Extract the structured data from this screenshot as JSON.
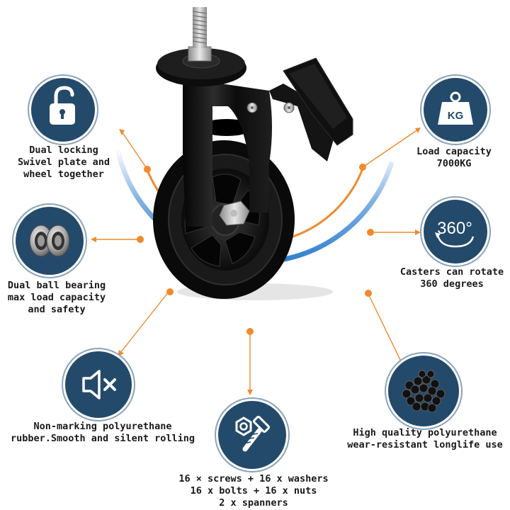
{
  "features": {
    "locking": {
      "icon": "unlocked-padlock-icon",
      "lines": [
        "Dual locking",
        "Swivel plate and",
        "wheel together"
      ]
    },
    "load": {
      "icon": "kg-weight-icon",
      "badge": "KG",
      "lines": [
        "Load capacity",
        "7000KG"
      ]
    },
    "bearing": {
      "icon": "ball-bearing-icon",
      "lines": [
        "Dual ball bearing",
        "max load capacity",
        "and safety"
      ]
    },
    "rotate": {
      "icon": "360-rotation-icon",
      "badge": "360°",
      "lines": [
        "Casters can rotate",
        "360 degrees"
      ]
    },
    "silent": {
      "icon": "mute-speaker-icon",
      "lines": [
        "Non-marking polyurethane",
        "rubber.Smooth and silent rolling"
      ]
    },
    "material": {
      "icon": "polyurethane-pellets-icon",
      "lines": [
        "High quality polyurethane",
        "wear-resistant longlife use"
      ]
    },
    "hardware": {
      "icon": "nut-and-bolt-icon",
      "lines": [
        "16 × screws + 16 x washers",
        "16 x bolts + 16 x nuts",
        "2 x spanners"
      ]
    }
  },
  "colors": {
    "icon_circle": "#244a6b",
    "accent_orange": "#f08a2c",
    "accent_blue": "#2f7fd0",
    "text": "#1a1a1a"
  }
}
